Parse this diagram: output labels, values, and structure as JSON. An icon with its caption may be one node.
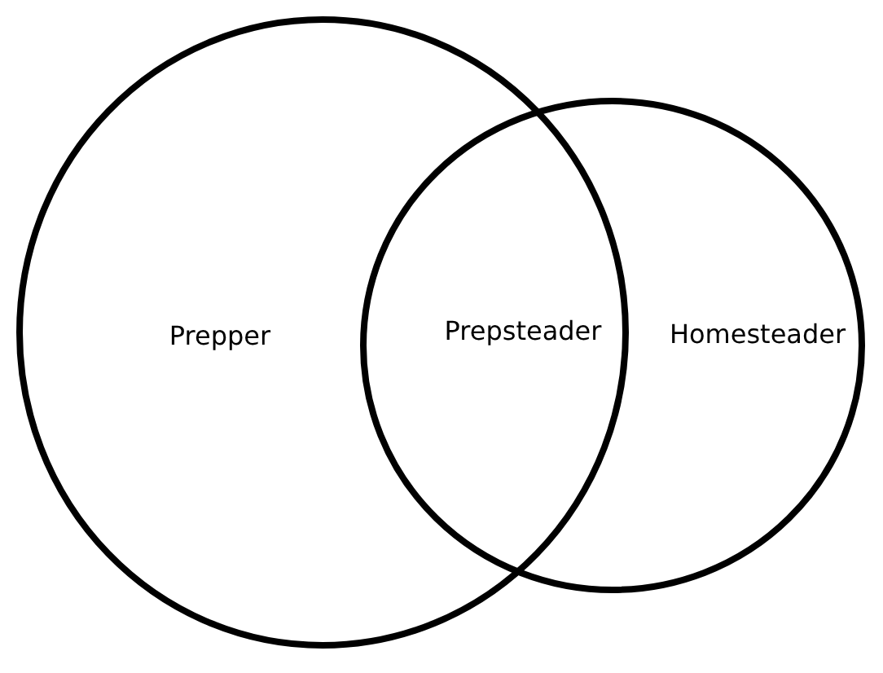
{
  "diagram": {
    "nodes": [
      {
        "text": [
          "Prepper"
        ]
      },
      {
        "text": [
          "Homesteader"
        ]
      }
    ],
    "labels": [
      "Prepsteader"
    ]
  }
}
